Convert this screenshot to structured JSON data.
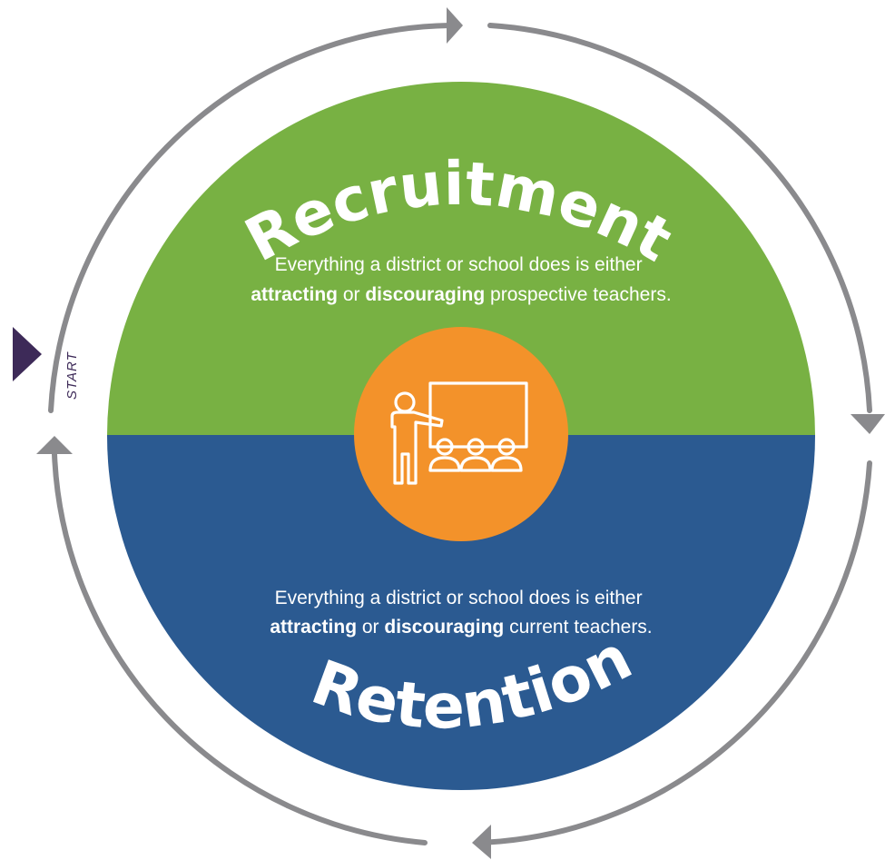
{
  "colors": {
    "recruitment": "#78b143",
    "retention": "#2b5a91",
    "center": "#f3922a",
    "cycle_arrow": "#8a8a8d",
    "start_marker": "#3d2a58",
    "text": "#ffffff"
  },
  "cycle": {
    "start_label": "START",
    "start_icon": "play-triangle-icon",
    "center_icon": "teacher-classroom-icon"
  },
  "recruitment": {
    "title": "Recruitment",
    "line1": "Everything a district or school does is either",
    "strong1": "attracting",
    "connector": " or ",
    "strong2": "discouraging",
    "tail": " prospective teachers."
  },
  "retention": {
    "title": "Retention",
    "line1": "Everything a district or school does is either",
    "strong1": "attracting",
    "connector": " or ",
    "strong2": "discouraging",
    "tail": " current teachers."
  }
}
